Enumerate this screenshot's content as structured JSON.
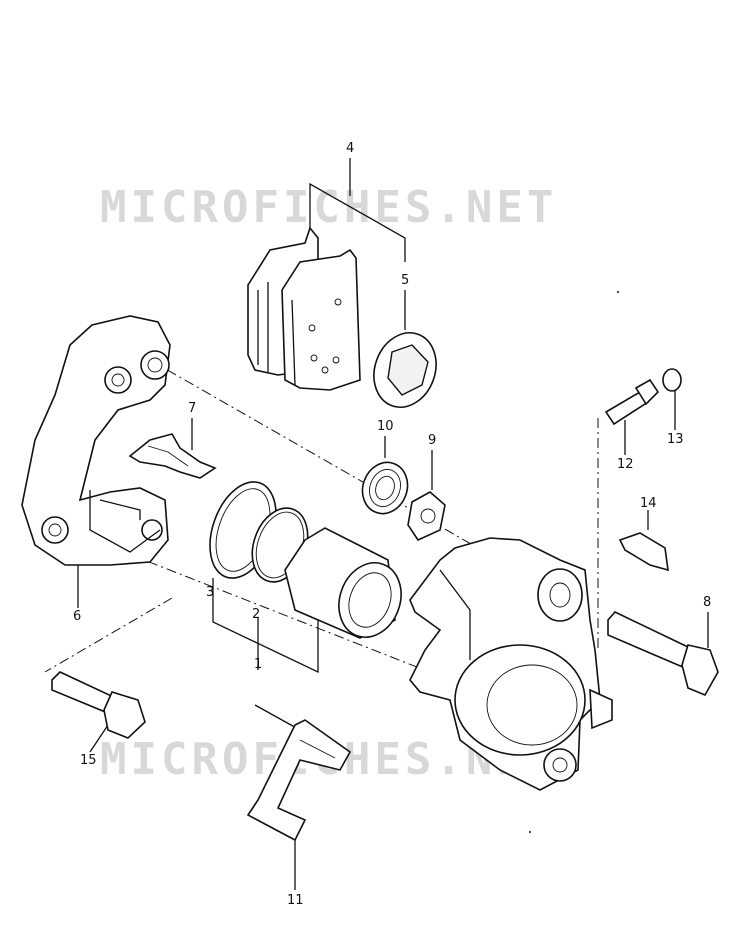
{
  "watermark": {
    "text": "MICROFICHES.NET"
  },
  "callouts": {
    "c1": "1",
    "c2": "2",
    "c3": "3",
    "c4": "4",
    "c5": "5",
    "c6": "6",
    "c7": "7",
    "c8": "8",
    "c9": "9",
    "c10": "10",
    "c11": "11",
    "c12": "12",
    "c13": "13",
    "c14": "14",
    "c15": "15"
  }
}
